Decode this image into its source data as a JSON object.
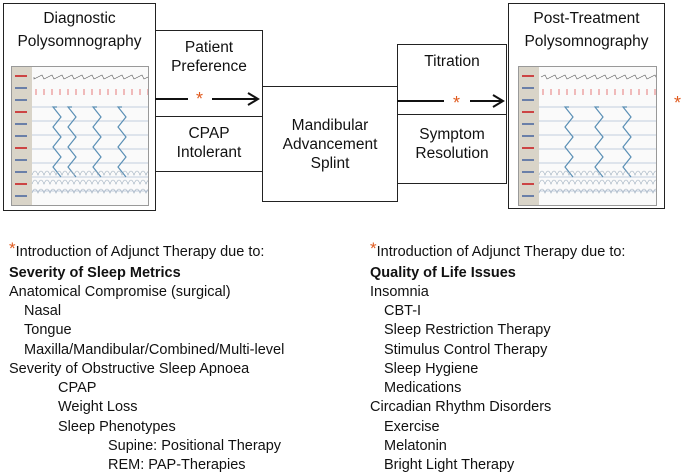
{
  "diagram": {
    "diagnostic_title_1": "Diagnostic",
    "diagnostic_title_2": "Polysomnography",
    "post_title_1": "Post-Treatment",
    "post_title_2": "Polysomnography",
    "patient_preference_1": "Patient",
    "patient_preference_2": "Preference",
    "cpap_intolerant_1": "CPAP",
    "cpap_intolerant_2": "Intolerant",
    "mas_1": "Mandibular",
    "mas_2": "Advancement",
    "mas_3": "Splint",
    "titration": "Titration",
    "symptom_resolution_1": "Symptom",
    "symptom_resolution_2": "Resolution",
    "star": "*",
    "colors": {
      "star": "#e05a1e",
      "trace": "#5a8fb5",
      "border": "#222222"
    }
  },
  "left_list": {
    "intro": "Introduction of Adjunct Therapy due to:",
    "heading": "Severity of Sleep Metrics",
    "items": [
      "Anatomical Compromise (surgical)",
      "Nasal",
      "Tongue",
      "Maxilla/Mandibular/Combined/Multi-level",
      "Severity of Obstructive Sleep Apnoea",
      "CPAP",
      "Weight Loss",
      "Sleep Phenotypes",
      "Supine: Positional Therapy",
      "REM: PAP-Therapies"
    ]
  },
  "right_list": {
    "intro": "Introduction of Adjunct Therapy due to:",
    "heading": "Quality of Life Issues",
    "items": [
      "Insomnia",
      "CBT-I",
      "Sleep Restriction Therapy",
      "Stimulus Control Therapy",
      "Sleep Hygiene",
      "Medications",
      "Circadian Rhythm Disorders",
      "Exercise",
      "Melatonin",
      "Bright Light Therapy"
    ]
  }
}
